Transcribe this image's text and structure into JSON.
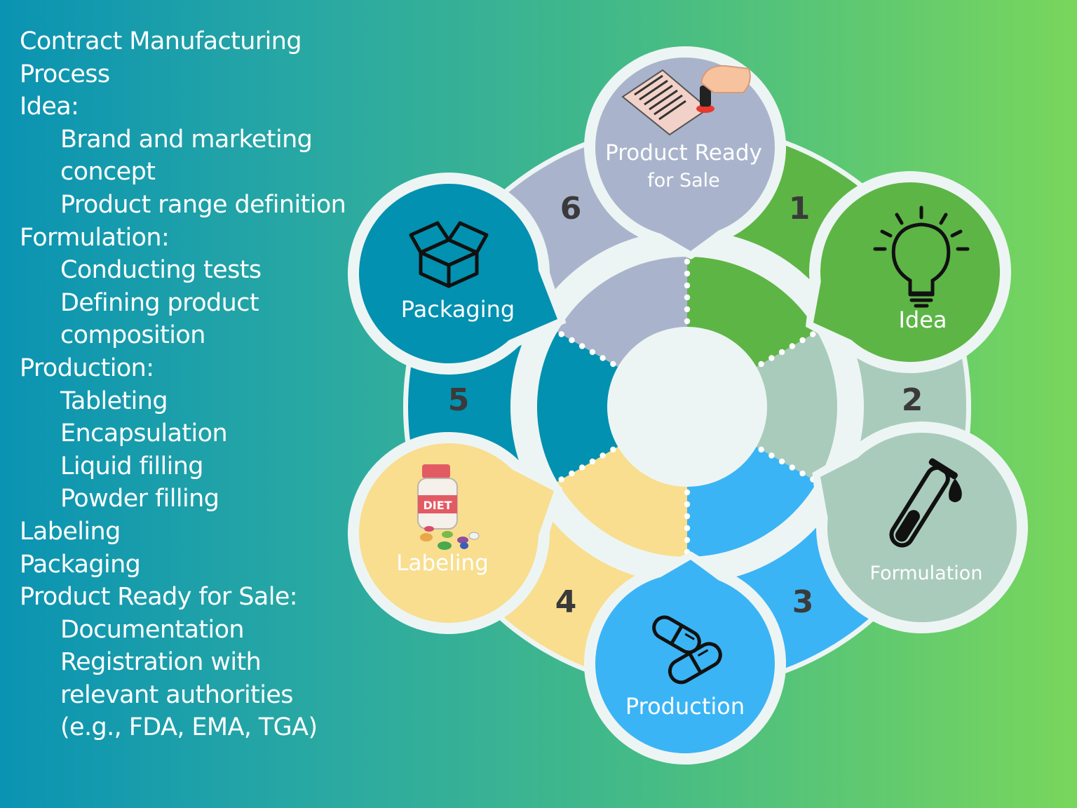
{
  "outline": {
    "title": [
      "Contract Manufacturing",
      "Process"
    ],
    "sections": [
      {
        "heading": "Idea:",
        "items": [
          "Brand and marketing",
          "concept",
          "Product range definition"
        ]
      },
      {
        "heading": "Formulation:",
        "items": [
          "Conducting tests",
          "Defining product",
          "composition"
        ]
      },
      {
        "heading": "Production:",
        "items": [
          "Tableting",
          "Encapsulation",
          "Liquid filling",
          "Powder filling"
        ]
      },
      {
        "heading": "Labeling",
        "items": []
      },
      {
        "heading": "Packaging",
        "items": []
      },
      {
        "heading": "Product Ready for Sale:",
        "items": [
          "Documentation",
          "Registration with",
          "relevant authorities",
          "(e.g., FDA, EMA, TGA)"
        ]
      }
    ]
  },
  "steps": [
    {
      "number": "1",
      "label": "Idea",
      "icon": "lightbulb-icon",
      "color": "#5db546"
    },
    {
      "number": "2",
      "label": "Formulation",
      "icon": "test-tube-icon",
      "color": "#a9cbbb"
    },
    {
      "number": "3",
      "label": "Production",
      "icon": "capsule-icon",
      "color": "#3bb4f5"
    },
    {
      "number": "4",
      "label": "Labeling",
      "icon": "supplement-bottle-icon",
      "color": "#f8de8e"
    },
    {
      "number": "5",
      "label": "Packaging",
      "icon": "box-icon",
      "color": "#0291b0"
    },
    {
      "number": "6",
      "label_line1": "Product Ready",
      "label_line2": "for Sale",
      "icon": "stamp-document-icon",
      "color": "#a9b4cc"
    }
  ],
  "colors": {
    "ring_outline": "#edf5f4",
    "hub": "#eef6f6"
  }
}
